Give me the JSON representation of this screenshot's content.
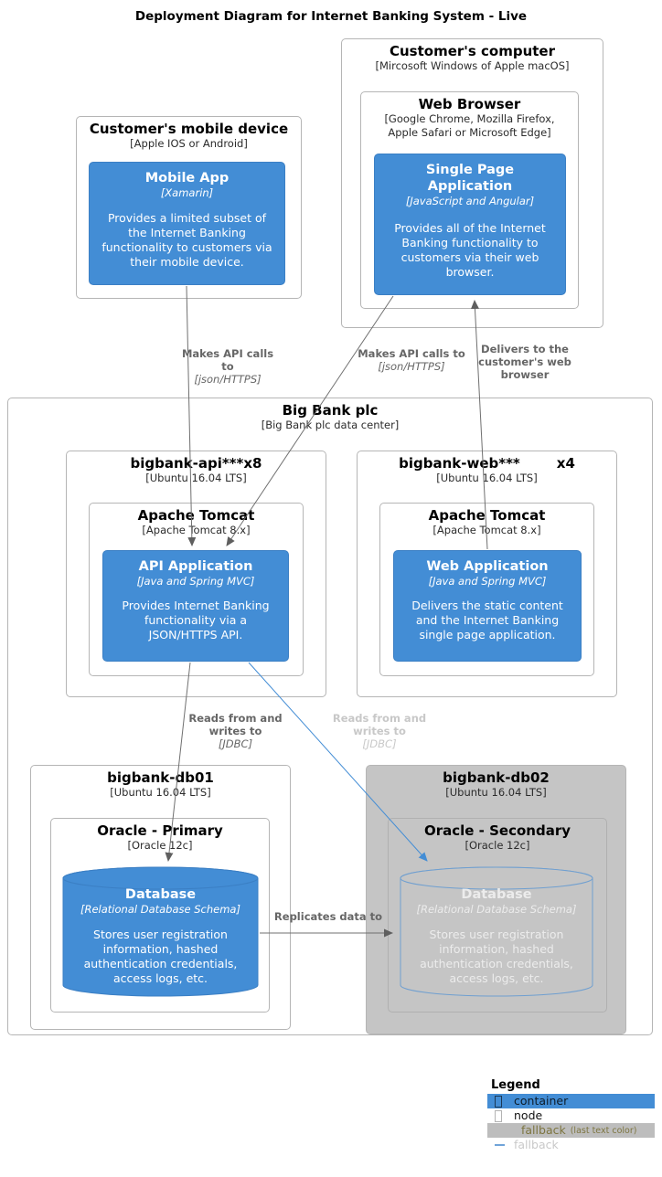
{
  "title": "Deployment Diagram for Internet Banking System - Live",
  "nodes": {
    "customer_computer": {
      "title": "Customer's computer",
      "subtitle": "[Mircosoft Windows of Apple macOS]"
    },
    "web_browser": {
      "title": "Web Browser",
      "subtitle": "[Google Chrome, Mozilla Firefox, Apple Safari or Microsoft Edge]"
    },
    "spa": {
      "title": "Single Page Application",
      "tech": "[JavaScript and Angular]",
      "description": "Provides all of the Internet Banking functionality to customers via their web browser."
    },
    "mobile_device": {
      "title": "Customer's mobile device",
      "subtitle": "[Apple IOS or Android]"
    },
    "mobile_app": {
      "title": "Mobile App",
      "tech": "[Xamarin]",
      "description": "Provides a limited subset of the Internet Banking functionality to customers via their mobile device."
    },
    "big_bank": {
      "title": "Big Bank plc",
      "subtitle": "[Big Bank plc data center]"
    },
    "api_server": {
      "title": "bigbank-api***x8",
      "subtitle": "[Ubuntu 16.04 LTS]"
    },
    "api_tomcat": {
      "title": "Apache Tomcat",
      "subtitle": "[Apache Tomcat 8.x]"
    },
    "api_app": {
      "title": "API Application",
      "tech": "[Java and Spring MVC]",
      "description": "Provides Internet Banking functionality via a JSON/HTTPS API."
    },
    "web_server": {
      "title": "bigbank-web***",
      "instances": "x4",
      "subtitle": "[Ubuntu 16.04 LTS]"
    },
    "web_tomcat": {
      "title": "Apache Tomcat",
      "subtitle": "[Apache Tomcat 8.x]"
    },
    "web_app": {
      "title": "Web Application",
      "tech": "[Java and Spring MVC]",
      "description": "Delivers the static content and the Internet Banking single page application."
    },
    "db01": {
      "title": "bigbank-db01",
      "subtitle": "[Ubuntu 16.04 LTS]"
    },
    "oracle_primary": {
      "title": "Oracle - Primary",
      "subtitle": "[Oracle 12c]"
    },
    "db_primary": {
      "title": "Database",
      "tech": "[Relational Database Schema]",
      "description": "Stores user registration information, hashed authentication credentials, access logs, etc."
    },
    "db02": {
      "title": "bigbank-db02",
      "subtitle": "[Ubuntu 16.04 LTS]"
    },
    "oracle_secondary": {
      "title": "Oracle - Secondary",
      "subtitle": "[Oracle 12c]"
    },
    "db_secondary": {
      "title": "Database",
      "tech": "[Relational Database Schema]",
      "description": "Stores user registration information, hashed authentication credentials, access logs, etc."
    }
  },
  "relationships": {
    "mobile_to_api": {
      "label": "Makes API calls to",
      "tech": "[json/HTTPS]"
    },
    "spa_to_api": {
      "label": "Makes API calls to",
      "tech": "[json/HTTPS]"
    },
    "web_to_spa": {
      "label": "Delivers to the customer's web browser"
    },
    "api_to_db1": {
      "label": "Reads from and writes to",
      "tech": "[JDBC]"
    },
    "api_to_db2": {
      "label": "Reads from and writes to",
      "tech": "[JDBC]"
    },
    "db1_to_db2": {
      "label": "Replicates data to"
    }
  },
  "legend": {
    "title": "Legend",
    "container_label": "container",
    "node_label": "node",
    "fallback_label": "fallback",
    "fallback_note": "(last text color)",
    "fallback_line_label": "fallback"
  },
  "colors": {
    "container_blue": "#438dd5",
    "fallback_gray": "#c5c5c5",
    "arrow_gray": "#666666",
    "relationship_blue": "#438dd5",
    "faded_label": "#c8c8c8",
    "legend_fallback_text": "#7d7540"
  }
}
